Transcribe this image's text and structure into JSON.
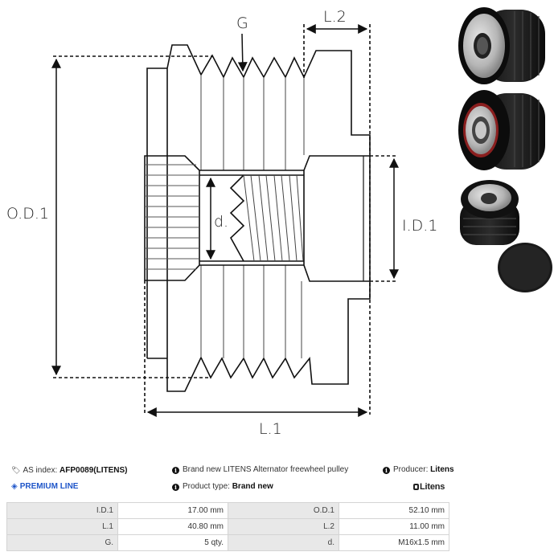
{
  "drawing": {
    "labels": {
      "groove": "G",
      "length2": "L.2",
      "outer_diameter": "O.D.1",
      "inner_diameter": "I.D.1",
      "thread": "d.",
      "length1": "L.1"
    }
  },
  "photos": [
    {
      "name": "pulley-front-view"
    },
    {
      "name": "pulley-bearing-view"
    },
    {
      "name": "pulley-small-view"
    },
    {
      "name": "pulley-cap"
    }
  ],
  "info": {
    "as_index_label": "AS index:",
    "as_index_value": "AFP0089(LITENS)",
    "description": "Brand new LITENS Alternator freewheel pulley",
    "producer_label": "Producer:",
    "producer_value": "Litens",
    "premium_line": "PREMIUM LINE",
    "product_type_label": "Product type:",
    "product_type_value": "Brand new",
    "brand_logo": "Litens",
    "icons": {
      "tag": "tag-icon",
      "info": "info-icon",
      "diamond": "diamond-icon"
    },
    "colors": {
      "premium": "#1f56c9"
    }
  },
  "specs": [
    {
      "label": "I.D.1",
      "value": "17.00 mm",
      "label2": "O.D.1",
      "value2": "52.10 mm"
    },
    {
      "label": "L.1",
      "value": "40.80 mm",
      "label2": "L.2",
      "value2": "11.00 mm"
    },
    {
      "label": "G.",
      "value": "5 qty.",
      "label2": "d.",
      "value2": "M16x1.5 mm"
    }
  ]
}
